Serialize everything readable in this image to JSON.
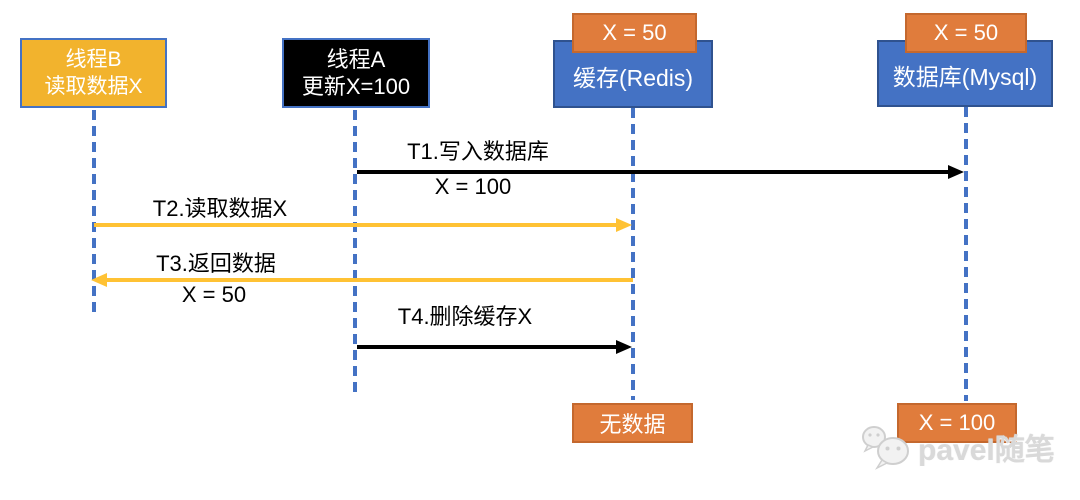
{
  "diagram_title": "cache-aside read-write race sequence",
  "actors": [
    {
      "id": "thread-b",
      "lines": [
        "线程B",
        "读取数据X"
      ],
      "style": "gold"
    },
    {
      "id": "thread-a",
      "lines": [
        "线程A",
        "更新X=100"
      ],
      "style": "black"
    },
    {
      "id": "cache",
      "label": "缓存(Redis)",
      "tag_top": "X = 50",
      "tag_bottom": "无数据",
      "style": "blue"
    },
    {
      "id": "database",
      "label": "数据库(Mysql)",
      "tag_top": "X = 50",
      "tag_bottom": "X = 100",
      "style": "blue"
    }
  ],
  "messages": [
    {
      "id": "t1",
      "label": "T1.写入数据库",
      "sublabel": "X = 100",
      "from": "thread-a",
      "to": "database",
      "color": "black",
      "direction": "right"
    },
    {
      "id": "t2",
      "label": "T2.读取数据X",
      "sublabel": "",
      "from": "thread-b",
      "to": "cache",
      "color": "yellow",
      "direction": "right"
    },
    {
      "id": "t3",
      "label": "T3.返回数据",
      "sublabel": "X = 50",
      "from": "cache",
      "to": "thread-b",
      "color": "yellow",
      "direction": "left"
    },
    {
      "id": "t4",
      "label": "T4.删除缓存X",
      "sublabel": "",
      "from": "thread-a",
      "to": "cache",
      "color": "black",
      "direction": "right"
    }
  ],
  "watermark": {
    "text": "pavel随笔",
    "icon": "wechat-icon"
  },
  "colors": {
    "blue": "#4472C4",
    "blue_border": "#2F528F",
    "gold": "#F2B32D",
    "orange": "#E07C3C",
    "orange_border": "#C4682E",
    "yellow_arrow": "#FFC234",
    "black": "#000000",
    "watermark_gray": "#D9D9D9"
  }
}
